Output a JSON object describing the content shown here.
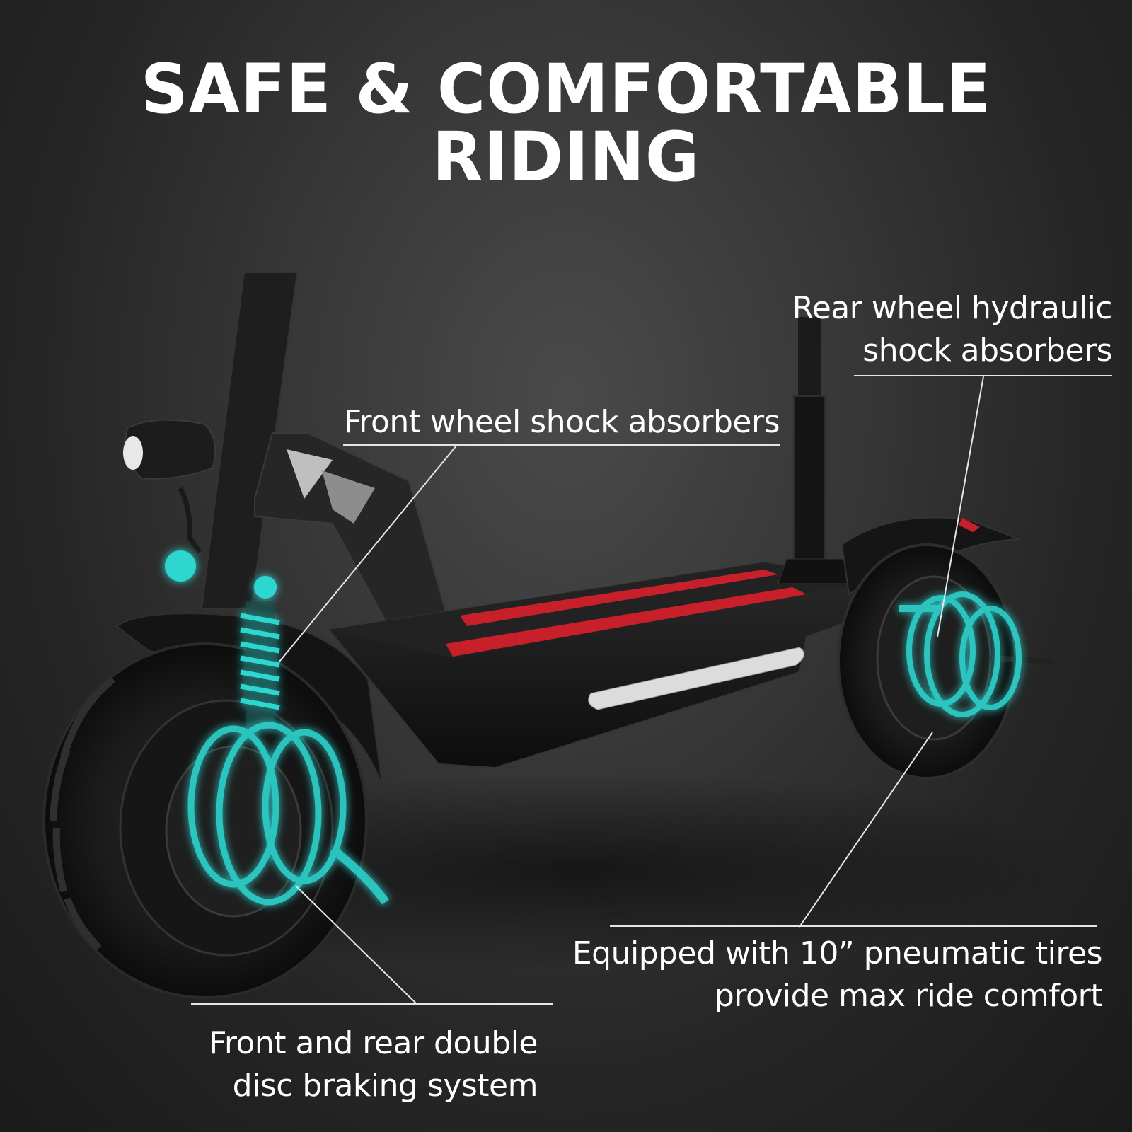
{
  "headline": "SAFE & COMFORTABLE RIDING",
  "callouts": {
    "rear_shock": {
      "line1": "Rear wheel hydraulic",
      "line2": "shock absorbers"
    },
    "front_shock": {
      "line1": "Front wheel shock absorbers"
    },
    "tires": {
      "line1": "Equipped with 10”  pneumatic tires",
      "line2": "provide max ride comfort"
    },
    "brakes": {
      "line1": "Front and rear double",
      "line2": "disc braking system"
    }
  },
  "colors": {
    "background": "#2b2b2b",
    "accent_glow": "#2fd6d0",
    "deck_stripe": "#c8202a",
    "scooter_body": "#151515"
  }
}
